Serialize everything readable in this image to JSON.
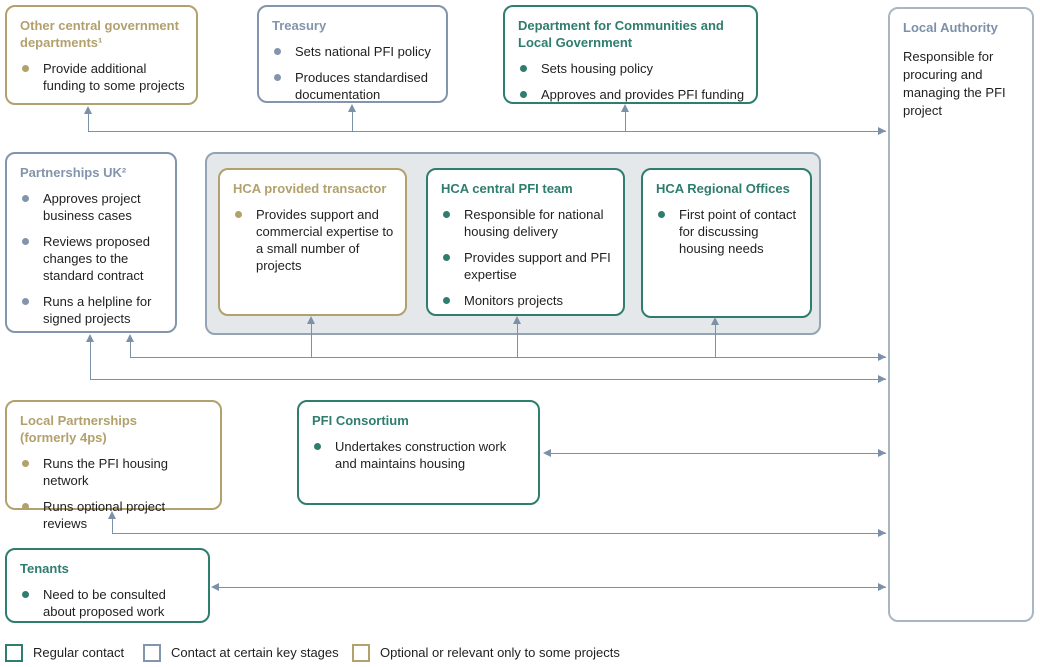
{
  "palette": {
    "teal": "#2e7d6e",
    "blue": "#8295ac",
    "tan": "#b2a16d",
    "line": "#7c91a8",
    "grayBg": "#e4e8eb",
    "grayBorder": "#94a4b5",
    "laBorder": "#a9b6c4",
    "text": "#1f1f1f"
  },
  "boxes": {
    "other_central": {
      "title": "Other central government departments¹",
      "bullets": [
        "Provide additional funding to some projects"
      ]
    },
    "treasury": {
      "title": "Treasury",
      "bullets": [
        "Sets national PFI policy",
        "Produces standardised documentation"
      ]
    },
    "dclg": {
      "title": "Department for Communities and Local Government",
      "bullets": [
        "Sets housing policy",
        "Approves and provides PFI funding"
      ]
    },
    "local_authority": {
      "title": "Local Authority",
      "body": "Responsible for procuring and managing the PFI project"
    },
    "partnerships_uk": {
      "title": "Partnerships UK²",
      "bullets": [
        "Approves project business cases",
        "Reviews proposed changes to the standard contract",
        "Runs a helpline for signed projects"
      ]
    },
    "hca_transactor": {
      "title": "HCA provided transactor",
      "bullets": [
        "Provides support and commercial expertise to a small number of projects"
      ]
    },
    "hca_central": {
      "title": "HCA central PFI team",
      "bullets": [
        "Responsible for national housing delivery",
        "Provides support and PFI expertise",
        "Monitors projects"
      ]
    },
    "hca_regional": {
      "title": "HCA Regional Offices",
      "bullets": [
        "First point of contact for discussing housing needs"
      ]
    },
    "local_partnerships": {
      "title": "Local Partnerships (formerly 4ps)",
      "bullets": [
        "Runs the PFI housing network",
        "Runs optional project reviews"
      ]
    },
    "pfi_consortium": {
      "title": "PFI Consortium",
      "bullets": [
        "Undertakes construction work and maintains housing"
      ]
    },
    "tenants": {
      "title": "Tenants",
      "bullets": [
        "Need to be consulted about proposed work"
      ]
    }
  },
  "legend": [
    {
      "label": "Regular contact",
      "color": "#2e7d6e"
    },
    {
      "label": "Contact at certain key stages",
      "color": "#8295ac"
    },
    {
      "label": "Optional or relevant only to some projects",
      "color": "#b2a16d"
    }
  ]
}
